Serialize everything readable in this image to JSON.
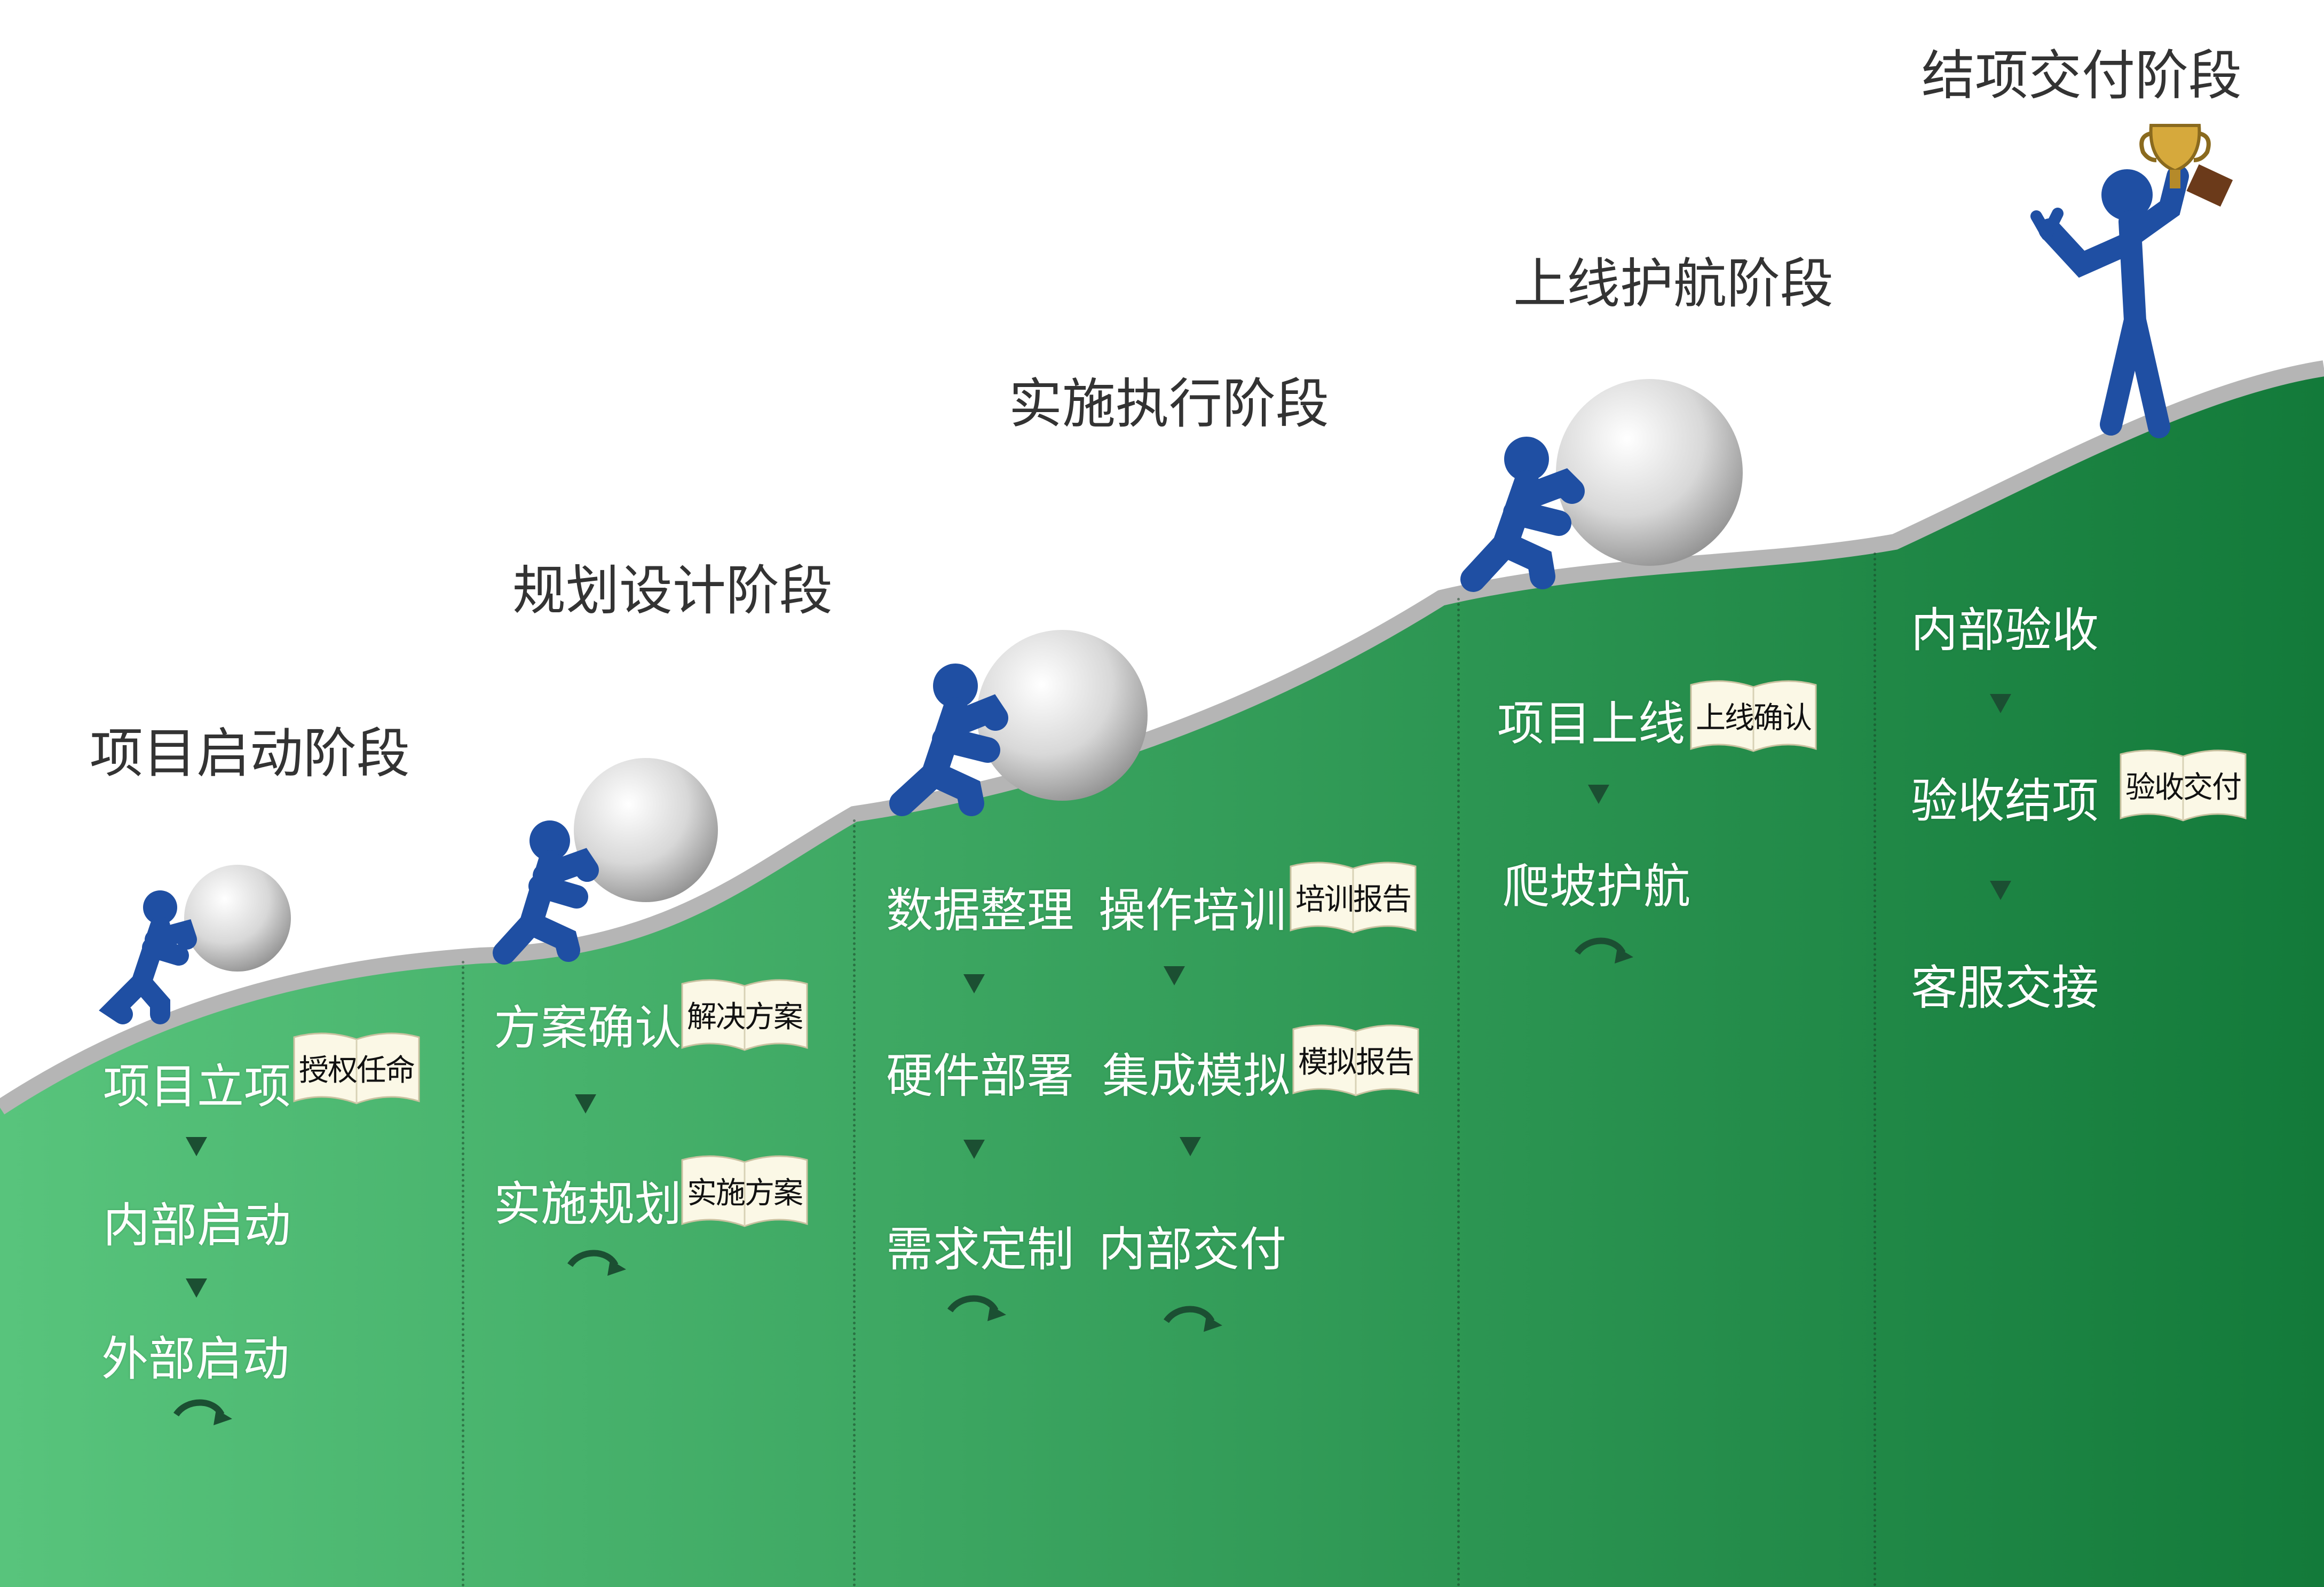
{
  "phases": [
    {
      "title": "项目启动阶段",
      "steps": [
        "项目立项",
        "内部启动",
        "外部启动"
      ],
      "documents": [
        "授权任命"
      ]
    },
    {
      "title": "规划设计阶段",
      "steps": [
        "方案确认",
        "实施规划"
      ],
      "documents": [
        "解决方案",
        "实施方案"
      ]
    },
    {
      "title": "实施执行阶段",
      "columns": [
        {
          "steps": [
            "数据整理",
            "硬件部署",
            "需求定制"
          ]
        },
        {
          "steps": [
            "操作培训",
            "集成模拟",
            "内部交付"
          ]
        }
      ],
      "documents": [
        "培训报告",
        "模拟报告"
      ]
    },
    {
      "title": "上线护航阶段",
      "steps": [
        "项目上线",
        "爬坡护航"
      ],
      "documents": [
        "上线确认"
      ]
    },
    {
      "title": "结项交付阶段",
      "steps": [
        "内部验收",
        "验收结项",
        "客服交接"
      ],
      "documents": [
        "验收交付"
      ]
    }
  ],
  "colors": {
    "hill_light": "#58c47c",
    "hill_dark": "#137a3a",
    "hill_edge": "#b5b5b5",
    "figure_blue": "#1f4fa3",
    "arrow_dark": "#1b4f32",
    "document_paper": "#fbf8e6"
  },
  "icons": {
    "figure": "stick-figure-pushing-ball-icon",
    "winner": "stick-figure-trophy-icon",
    "next_step": "triangle-down-icon",
    "cycle": "curved-return-arrow-icon",
    "document": "open-book-icon"
  }
}
